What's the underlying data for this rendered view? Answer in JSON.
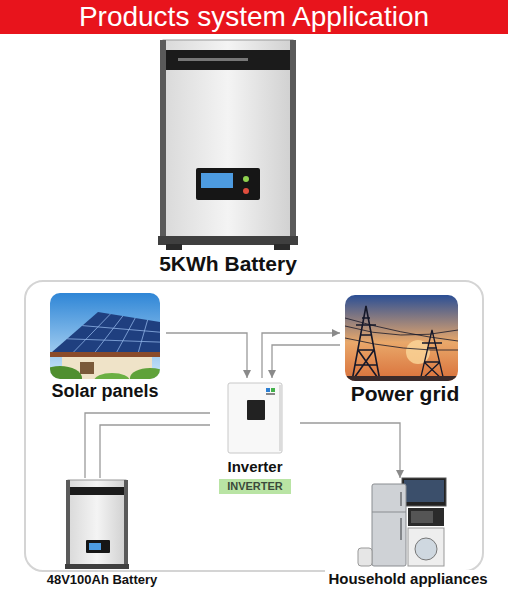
{
  "diagram": {
    "title": "Products system Application",
    "nodes": [
      {
        "text": [
          "5KWh Battery"
        ]
      },
      {
        "text": [
          "Solar panels"
        ]
      },
      {
        "text": [
          "Power grid"
        ]
      },
      {
        "text": [
          "Inverter",
          "INVERTER"
        ]
      },
      {
        "text": [
          "48V100Ah Battery"
        ]
      },
      {
        "text": [
          "Household appliances"
        ]
      }
    ],
    "edges": [
      {
        "from": 1,
        "to": 3,
        "arrow": "to"
      },
      {
        "from": 3,
        "to": 2,
        "arrow": "to"
      },
      {
        "from": 2,
        "to": 3,
        "arrow": "to"
      },
      {
        "from": 4,
        "to": 3,
        "arrow": "none"
      },
      {
        "from": 4,
        "to": 3,
        "arrow": "none"
      },
      {
        "from": 3,
        "to": 5,
        "arrow": "to"
      }
    ]
  }
}
